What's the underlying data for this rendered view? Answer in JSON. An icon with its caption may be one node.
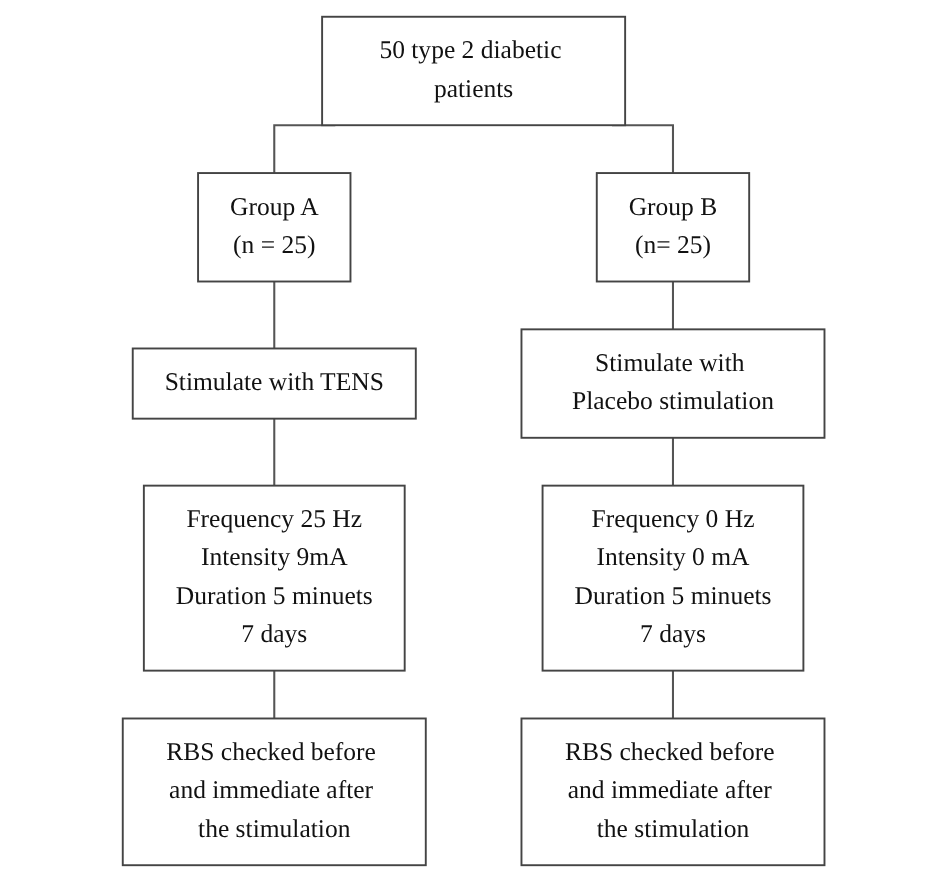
{
  "diagram": {
    "nodes": [
      {
        "text": [
          "50 type 2 diabetic patients"
        ]
      },
      {
        "text": [
          "Group A",
          "(n = 25)"
        ]
      },
      {
        "text": [
          "Group B",
          "(n= 25)"
        ]
      },
      {
        "text": [
          "Stimulate with TENS"
        ]
      },
      {
        "text": [
          "Stimulate with Placebo stimulation"
        ]
      },
      {
        "text": [
          "Frequency 25 Hz",
          "Intensity 9mA",
          "Duration 5 minuets",
          "7 days"
        ]
      },
      {
        "text": [
          "Frequency 0 Hz",
          "Intensity 0 mA",
          "Duration 5 minuets",
          "7 days"
        ]
      },
      {
        "text": [
          "RBS checked before and immediate after the stimulation"
        ]
      },
      {
        "text": [
          "RBS checked before and immediate after the stimulation"
        ]
      }
    ],
    "edges": [
      {
        "from": 0,
        "to": 1,
        "arrow": "none"
      },
      {
        "from": 0,
        "to": 2,
        "arrow": "none"
      },
      {
        "from": 1,
        "to": 3,
        "arrow": "none"
      },
      {
        "from": 2,
        "to": 4,
        "arrow": "none"
      },
      {
        "from": 3,
        "to": 5,
        "arrow": "none"
      },
      {
        "from": 4,
        "to": 6,
        "arrow": "none"
      },
      {
        "from": 5,
        "to": 7,
        "arrow": "none"
      },
      {
        "from": 6,
        "to": 8,
        "arrow": "none"
      }
    ]
  }
}
